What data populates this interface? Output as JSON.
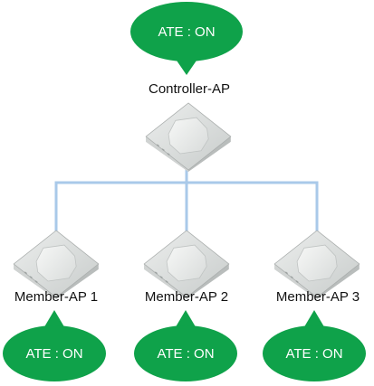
{
  "controller": {
    "label": "Controller-AP",
    "status": "ATE : ON",
    "icon": "access-point-icon"
  },
  "members": [
    {
      "label": "Member-AP 1",
      "status": "ATE : ON",
      "icon": "access-point-icon"
    },
    {
      "label": "Member-AP 2",
      "status": "ATE : ON",
      "icon": "access-point-icon"
    },
    {
      "label": "Member-AP 3",
      "status": "ATE : ON",
      "icon": "access-point-icon"
    }
  ],
  "colors": {
    "bubble": "#0fa24a",
    "bubble_text": "#ffffff",
    "connector": "#a9c9e9",
    "device_body": "#d8dcda",
    "label_text": "#111111"
  }
}
